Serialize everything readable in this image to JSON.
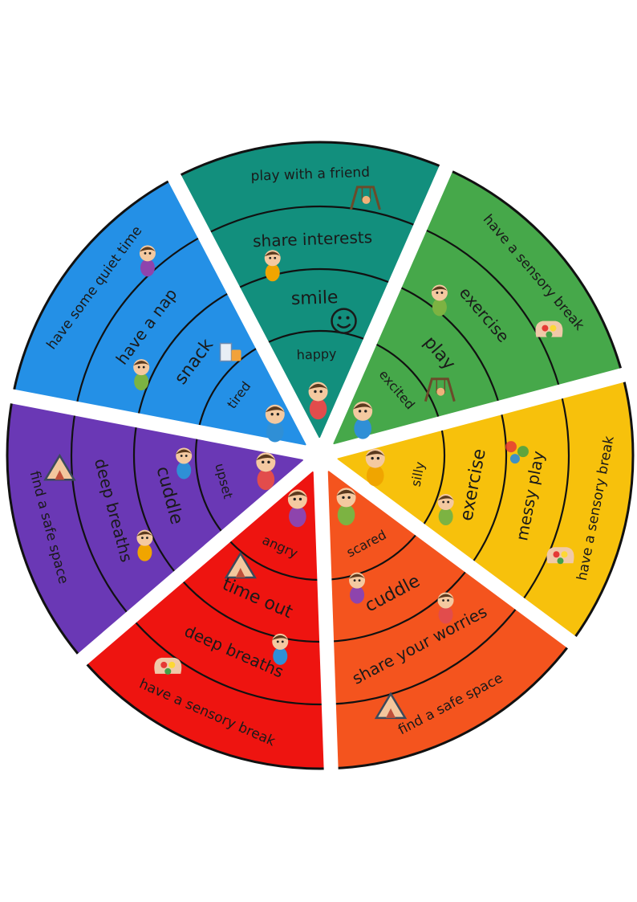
{
  "wheel": {
    "segments": [
      {
        "id": "happy",
        "color": "#128f7d",
        "feeling": "happy",
        "rings": [
          "smile",
          "share interests",
          "play with a friend"
        ],
        "icons": [
          "child-happy-icon",
          "smiley-face-icon",
          "kids-sharing-icon",
          "swing-set-icon"
        ]
      },
      {
        "id": "excited",
        "color": "#46a84a",
        "feeling": "excited",
        "rings": [
          "play",
          "exercise",
          "have a sensory break"
        ],
        "icons": [
          "child-excited-icon",
          "swing-set-icon",
          "child-exercising-icon",
          "sensory-fidget-icon"
        ]
      },
      {
        "id": "silly",
        "color": "#f7c10c",
        "feeling": "silly",
        "rings": [
          "exercise",
          "messy play",
          "have a sensory break"
        ],
        "icons": [
          "child-silly-icon",
          "child-exercising-icon",
          "paint-handprints-icon",
          "sensory-fidget-icon"
        ]
      },
      {
        "id": "scared",
        "color": "#f4541e",
        "feeling": "scared",
        "rings": [
          "cuddle",
          "share your worries",
          "find a safe space"
        ],
        "icons": [
          "child-scared-icon",
          "hugging-kids-icon",
          "talking-kids-icon",
          "tent-icon"
        ]
      },
      {
        "id": "angry",
        "color": "#ee1410",
        "feeling": "angry",
        "rings": [
          "time out",
          "deep breaths",
          "have a sensory break"
        ],
        "icons": [
          "child-angry-icon",
          "tent-icon",
          "child-breathing-icon",
          "sensory-fidget-icon"
        ]
      },
      {
        "id": "upset",
        "color": "#6a38b5",
        "feeling": "upset",
        "rings": [
          "cuddle",
          "deep breaths",
          "find a safe space"
        ],
        "icons": [
          "child-upset-icon",
          "hugging-kids-icon",
          "child-breathing-icon",
          "tent-icon"
        ]
      },
      {
        "id": "tired",
        "color": "#2490e6",
        "feeling": "tired",
        "rings": [
          "snack",
          "have a nap",
          "have some quiet time"
        ],
        "icons": [
          "child-tired-icon",
          "snack-food-icon",
          "child-sleeping-icon",
          "child-reading-icon"
        ]
      }
    ]
  }
}
